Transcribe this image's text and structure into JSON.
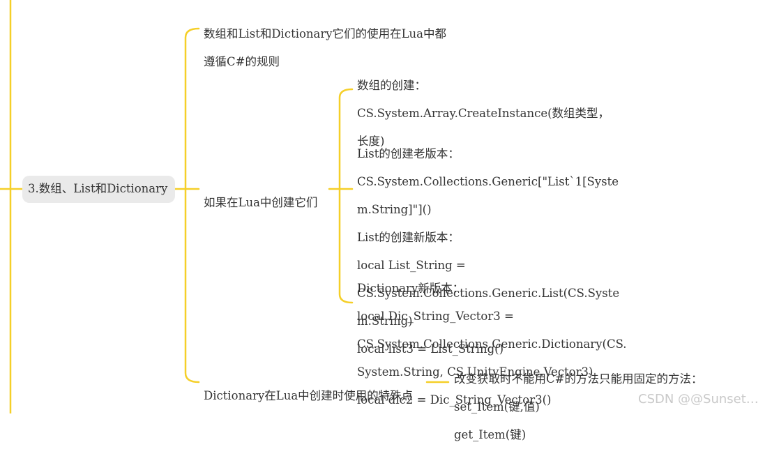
{
  "mindmap": {
    "root": {
      "label": "3.数组、List和Dictionary"
    },
    "branches": [
      {
        "label_lines": [
          "数组和List和Dictionary它们的使用在Lua中都",
          "遵循C#的规则"
        ]
      },
      {
        "label_lines": [
          "如果在Lua中创建它们"
        ]
      },
      {
        "label_lines": [
          "Dictionary在Lua中创建时使用的特殊点"
        ]
      }
    ],
    "create_details": [
      {
        "lines": [
          "数组的创建：",
          "CS.System.Array.CreateInstance(数组类型，",
          "长度)"
        ]
      },
      {
        "lines": [
          "List的创建老版本：",
          "CS.System.Collections.Generic[\"List`1[Syste",
          "m.String]\"]()",
          "List的创建新版本：",
          "local List_String =",
          "CS.System.Collections.Generic.List(CS.Syste",
          "m.String)",
          "local list3 = List_String()"
        ]
      },
      {
        "lines": [
          "Dictionary新版本：",
          "local Dic_String_Vector3 =",
          "CS.System.Collections.Generic.Dictionary(CS.",
          "System.String, CS.UnityEngine.Vector3)",
          "local dic2 = Dic_String_Vector3()"
        ]
      }
    ],
    "dictionary_detail": {
      "lines": [
        "改变获取时不能用C#的方法只能用固定的方法：",
        "set_Item(键,值)",
        "get_Item(键)"
      ]
    },
    "line_color": "#f5cf28"
  },
  "watermark": "CSDN @@Sunset…"
}
